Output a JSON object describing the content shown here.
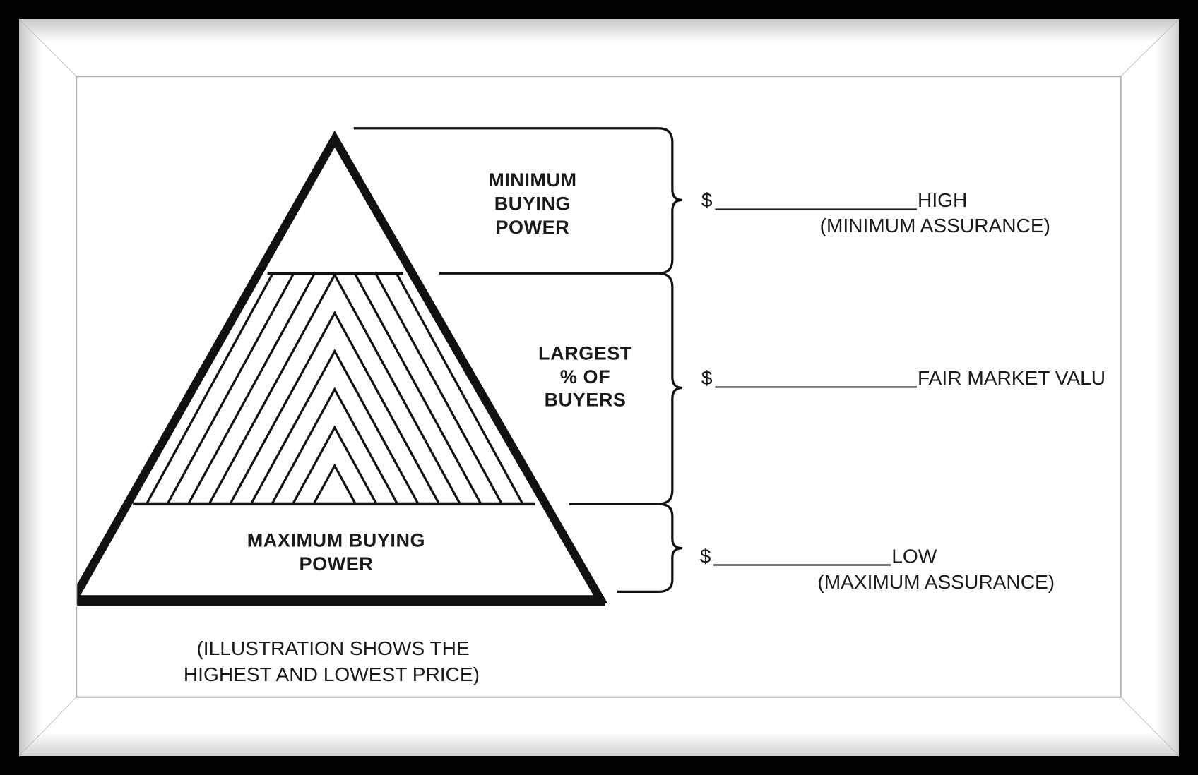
{
  "pyramid": {
    "top_label": [
      "MINIMUM",
      "BUYING",
      "POWER"
    ],
    "middle_label": [
      "LARGEST",
      "% OF",
      "BUYERS"
    ],
    "bottom_label": [
      "MAXIMUM BUYING",
      "POWER"
    ]
  },
  "prices": {
    "high": {
      "symbol": "$",
      "label": "HIGH",
      "note": "(MINIMUM ASSURANCE)"
    },
    "fair": {
      "symbol": "$",
      "label": "FAIR MARKET VALU"
    },
    "low": {
      "symbol": "$",
      "label": "LOW",
      "note": "(MAXIMUM ASSURANCE)"
    }
  },
  "caption": [
    "(ILLUSTRATION SHOWS THE",
    "HIGHEST AND LOWEST PRICE)"
  ]
}
